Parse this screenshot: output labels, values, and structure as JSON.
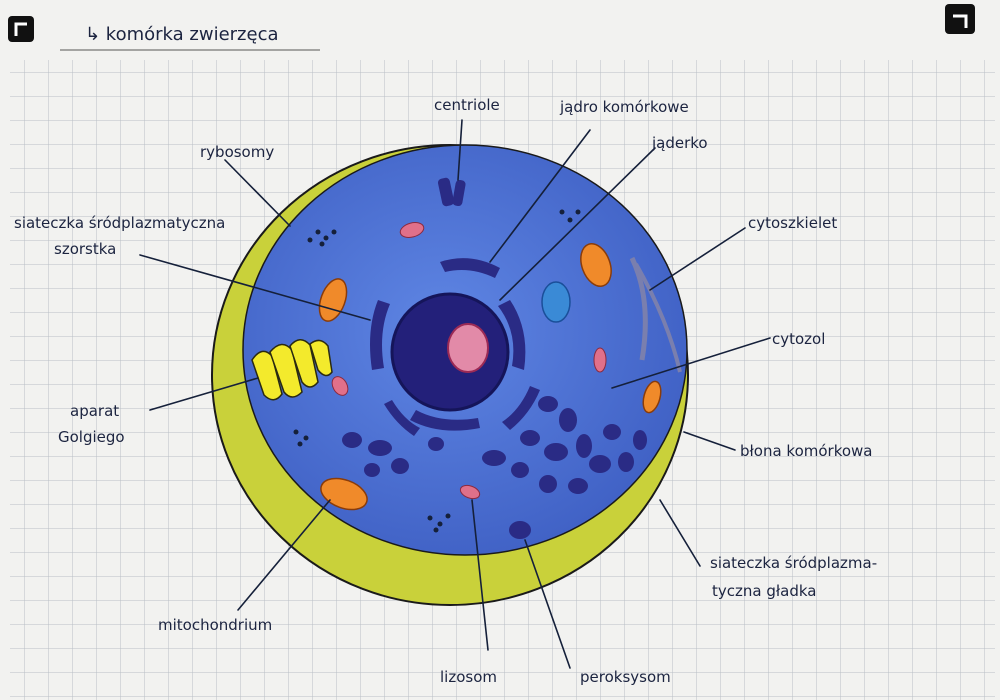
{
  "title": "↳ komórka zwierzęca",
  "labels": {
    "centriole": "centriole",
    "nucleus": "jądro komórkowe",
    "nucleolus": "jąderko",
    "ribosomes": "rybosomy",
    "rough_er_1": "siateczka śródplazmatyczna",
    "rough_er_2": "szorstka",
    "cytoskeleton": "cytoszkielet",
    "cytosol": "cytozol",
    "golgi_1": "aparat",
    "golgi_2": "Golgiego",
    "membrane": "błona komórkowa",
    "smooth_er_1": "siateczka śródplazma-",
    "smooth_er_2": "tyczna gładka",
    "mitochondrion": "mitochondrium",
    "lysosome": "lizosom",
    "peroxisome": "peroksysom"
  },
  "colors": {
    "paper": "#f2f2f0",
    "grid": "#b9bfc6",
    "membrane": "#c9d13a",
    "cytoplasm": "#4f74d6",
    "nucleus": "#23207a",
    "organelle_dark": "#2a2b85",
    "mitochondria": "#f08a2a",
    "lysosome": "#e0708a",
    "golgi": "#f3ea2c",
    "vacuole": "#3a8ad6",
    "ink": "#15203a"
  }
}
